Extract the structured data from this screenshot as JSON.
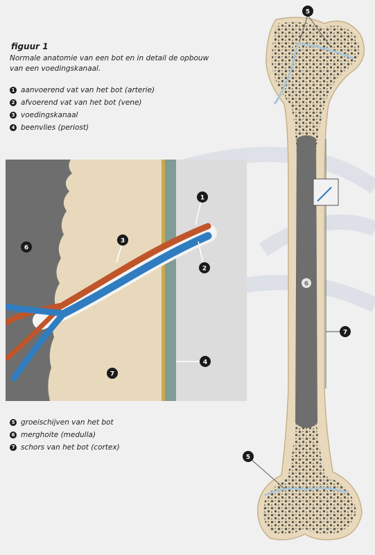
{
  "figure": {
    "title": "figuur 1",
    "subtitle": "Normale anatomie van een bot en in detail de opbouw van een voedingskanaal."
  },
  "legend_top": [
    {
      "num": "1",
      "text": "aanvoerend vat van het bot (arterie)"
    },
    {
      "num": "2",
      "text": "afvoerend vat van het bot (vene)"
    },
    {
      "num": "3",
      "text": "voedingskanaal"
    },
    {
      "num": "4",
      "text": "beenvlies (periost)"
    }
  ],
  "legend_bottom": [
    {
      "num": "5",
      "text": "groeischijven van het bot"
    },
    {
      "num": "6",
      "text": "merghoite (medulla)"
    },
    {
      "num": "7",
      "text": "schors van het bot (cortex)"
    }
  ],
  "markers": {
    "m1": "1",
    "m2": "2",
    "m3": "3",
    "m4": "4",
    "m5top": "5",
    "m5bottom": "5",
    "m6detail": "6",
    "m6bone": "6",
    "m7detail": "7",
    "m7bone": "7"
  },
  "colors": {
    "medulla": "#6e6e6e",
    "cortex": "#e8d9bd",
    "periost": "#7f9c96",
    "artery": "#c0552a",
    "vein": "#2f7dc0",
    "growth_plate": "#a9c6d6"
  }
}
